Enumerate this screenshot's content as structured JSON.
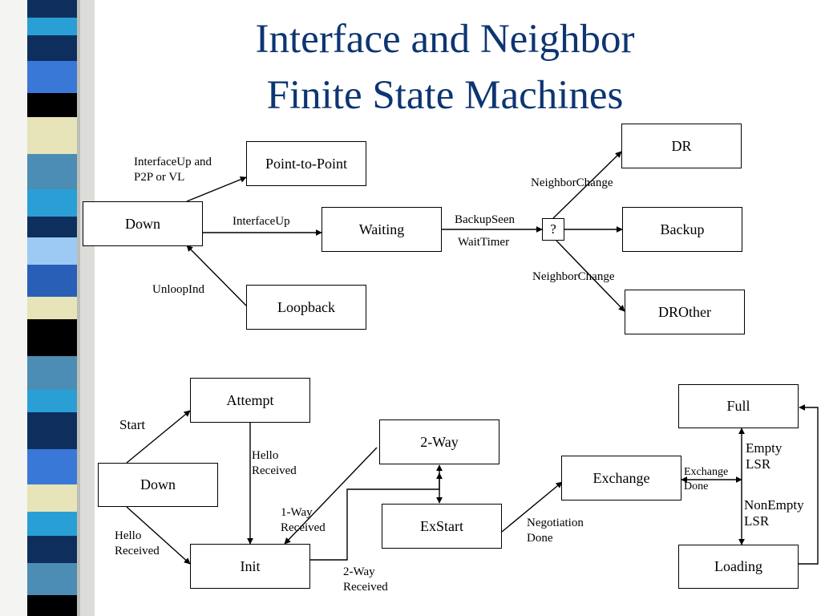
{
  "title": {
    "line1": "Interface and Neighbor",
    "line2": "Finite State Machines"
  },
  "interface_fsm": {
    "states": {
      "down": "Down",
      "p2p": "Point-to-Point",
      "loopback": "Loopback",
      "waiting": "Waiting",
      "decision": "?",
      "dr": "DR",
      "backup": "Backup",
      "drother": "DROther"
    },
    "transitions": {
      "interface_up_p2p": "InterfaceUp and P2P or VL",
      "interface_up": "InterfaceUp",
      "unloop_ind": "UnloopInd",
      "backup_seen": "BackupSeen",
      "wait_timer": "WaitTimer",
      "neighbor_change_dr": "NeighborChange",
      "neighbor_change_drother": "NeighborChange"
    }
  },
  "neighbor_fsm": {
    "states": {
      "attempt": "Attempt",
      "down": "Down",
      "init": "Init",
      "two_way": "2-Way",
      "exstart": "ExStart",
      "exchange": "Exchange",
      "full": "Full",
      "loading": "Loading"
    },
    "transitions": {
      "start": "Start",
      "hello_received_attempt": "Hello Received",
      "hello_received_down": "Hello Received",
      "one_way_received": "1-Way Received",
      "two_way_received": "2-Way Received",
      "negotiation_done": "Negotiation Done",
      "exchange_done": "Exchange Done",
      "empty_lsr": "Empty LSR",
      "nonempty_lsr": "NonEmpty LSR"
    }
  },
  "colors": {
    "title": "#0d3572"
  }
}
